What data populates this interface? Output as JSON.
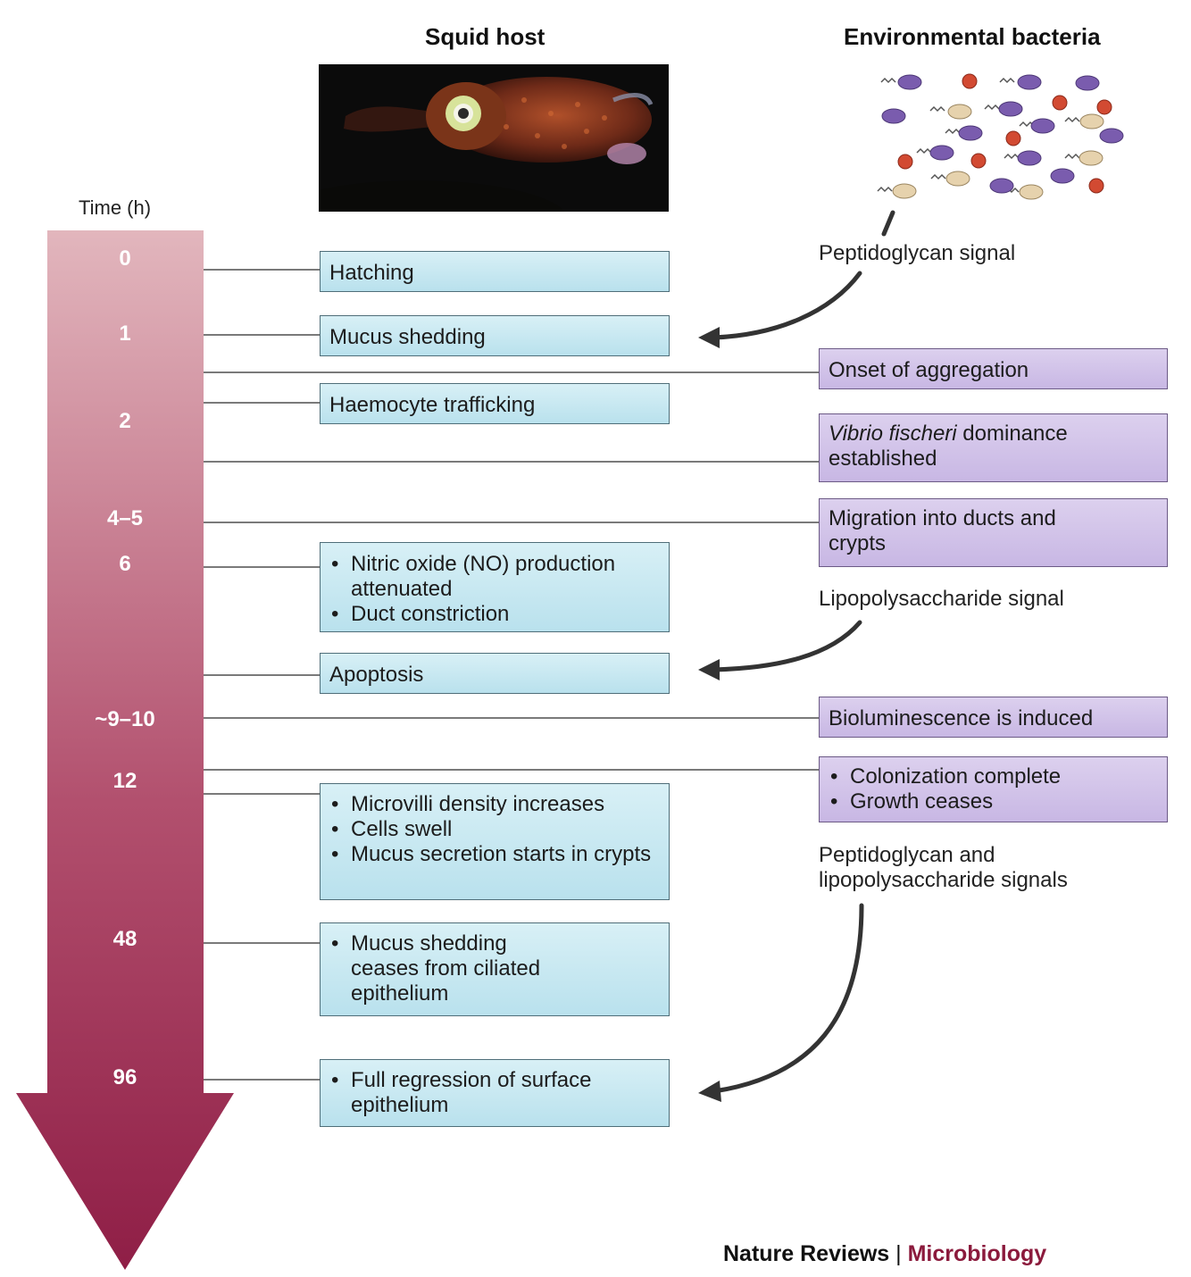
{
  "headings": {
    "squid_host": "Squid host",
    "environmental_bacteria": "Environmental bacteria",
    "time_axis": "Time (h)"
  },
  "timeline_ticks": [
    "0",
    "1",
    "2",
    "4–5",
    "6",
    "~9–10",
    "12",
    "48",
    "96"
  ],
  "host_events": {
    "hatching": "Hatching",
    "mucus_shedding": "Mucus shedding",
    "haemocyte_trafficking": "Haemocyte trafficking",
    "no_box": [
      "Nitric oxide (NO) production attenuated",
      "Duct constriction"
    ],
    "apoptosis": "Apoptosis",
    "microvilli_box": [
      "Microvilli density increases",
      "Cells swell",
      "Mucus secretion starts in crypts"
    ],
    "mucus_cease_box": [
      "Mucus shedding ceases from ciliated epithelium"
    ],
    "regression_box": [
      "Full regression of surface epithelium"
    ]
  },
  "bacteria_events": {
    "onset_aggregation": "Onset of aggregation",
    "vibrio_italic": "Vibrio fischeri",
    "vibrio_rest": " dominance established",
    "migration": "Migration into ducts and crypts",
    "bioluminescence": "Bioluminescence is induced",
    "colonization_box": [
      "Colonization complete",
      "Growth ceases"
    ]
  },
  "signals": {
    "peptidoglycan": "Peptidoglycan signal",
    "lipopolysaccharide": "Lipopolysaccharide signal",
    "both": "Peptidoglycan and lipopolysaccharide signals"
  },
  "footer": {
    "journal": "Nature Reviews",
    "separator": " | ",
    "section": "Microbiology"
  },
  "colors": {
    "arrow_top": "#e2b6bd",
    "arrow_bottom": "#8f1e46",
    "host_box": "#c7e8f1",
    "bacteria_box": "#cfc1e8",
    "footer_accent": "#8b1a3c",
    "bacterium_purple": "#7a5cae",
    "bacterium_cream": "#e6d2ad",
    "bacterium_red": "#d24a32"
  },
  "icons": {
    "squid_photo": "squid-photo",
    "bacteria_cluster": "bacteria-cluster-illustration"
  }
}
